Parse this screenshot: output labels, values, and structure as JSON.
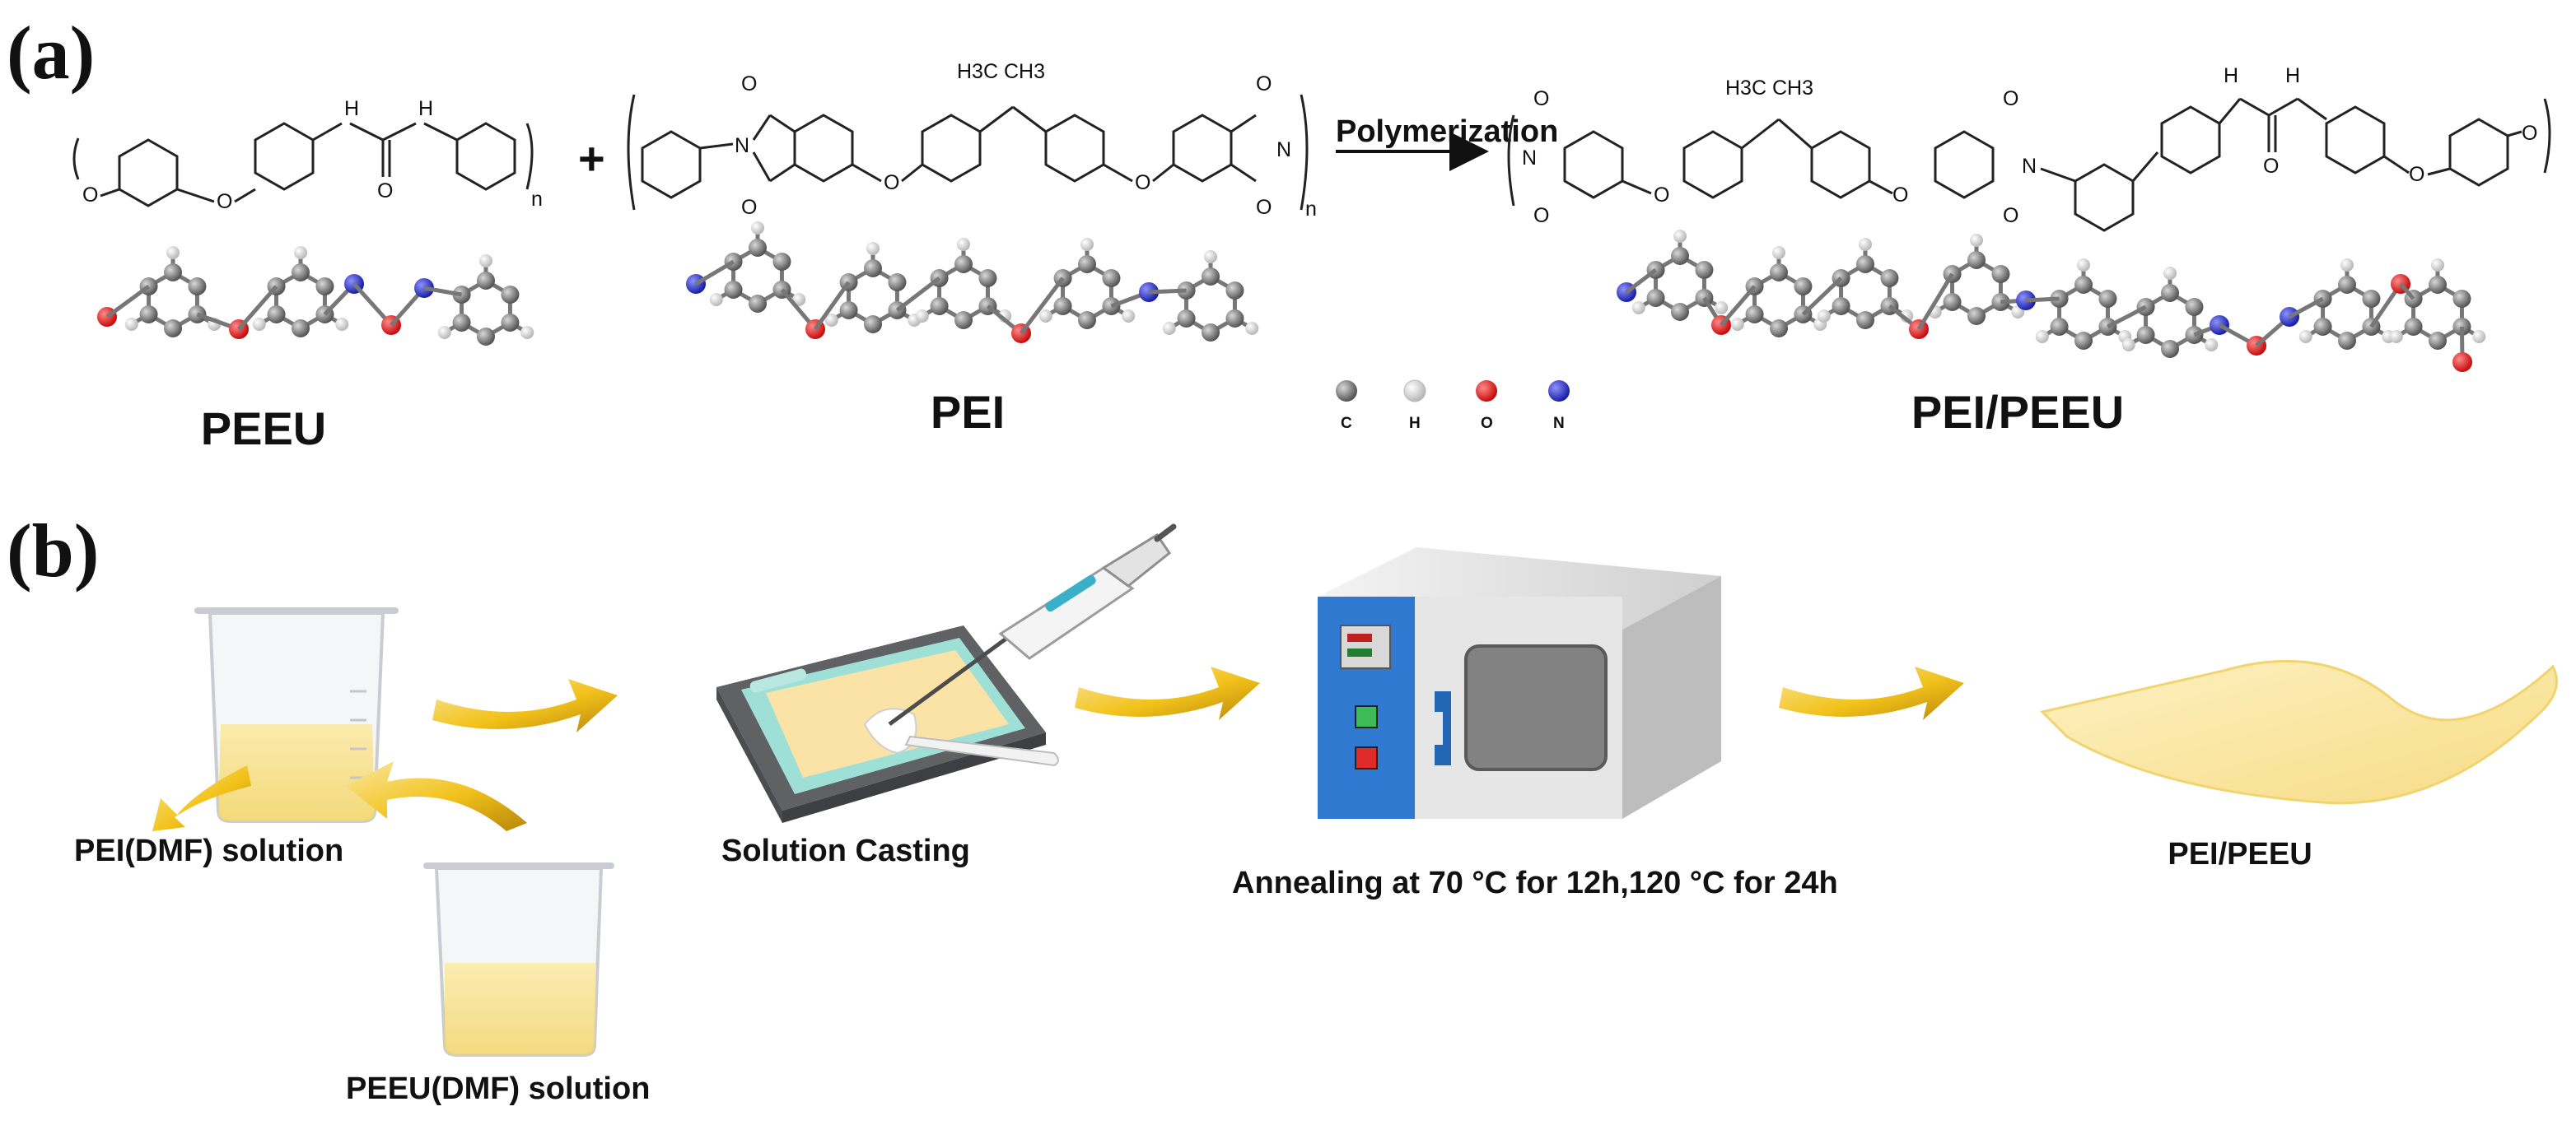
{
  "panel_a": {
    "label": "(a)",
    "plus": "+",
    "arrow_label": "Polymerization",
    "n": "n",
    "methyl": "H3C   CH3",
    "o_atom": "O",
    "n_atom": "N",
    "nh_atom": "H",
    "molecules": {
      "peeu": "PEEU",
      "pei": "PEI",
      "product": "PEI/PEEU"
    },
    "legend": [
      {
        "symbol": "C",
        "color": "#7a7a7a"
      },
      {
        "symbol": "H",
        "color": "#f2f2f2"
      },
      {
        "symbol": "O",
        "color": "#e8191b"
      },
      {
        "symbol": "N",
        "color": "#2a2fc8"
      }
    ]
  },
  "panel_b": {
    "label": "(b)",
    "steps": {
      "pei_solution": "PEI(DMF) solution",
      "peeu_solution": "PEEU(DMF) solution",
      "casting": "Solution Casting",
      "annealing": "Annealing  at 70 °C for 12h,120 °C for 24h",
      "film": "PEI/PEEU"
    }
  },
  "colors": {
    "solution": "#f6df84",
    "arrow": "#f2c21a",
    "oven_panel": "#2f7ad0",
    "oven_body": "#e4e4e4",
    "film": "#fbe9a8"
  }
}
